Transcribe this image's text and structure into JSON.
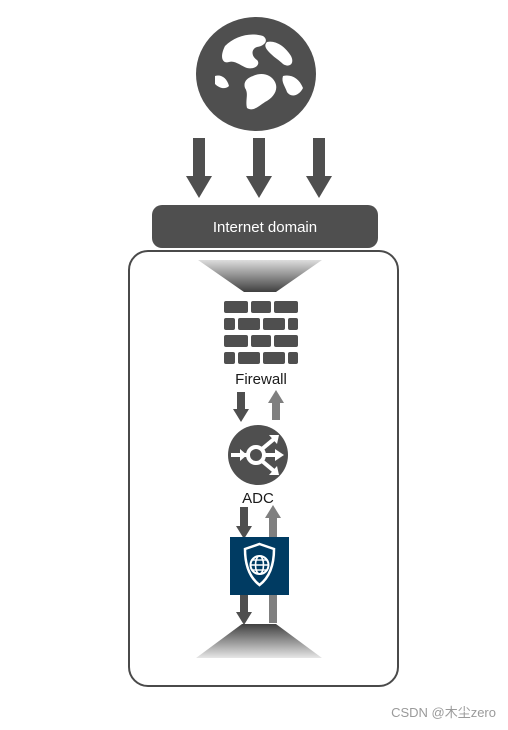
{
  "diagram": {
    "internet": {
      "icon": "globe-icon",
      "arrow_count": 3
    },
    "domain": {
      "label": "Internet domain"
    },
    "nodes": [
      {
        "id": "firewall",
        "label": "Firewall",
        "icon": "brick-wall-icon"
      },
      {
        "id": "adc",
        "label": "ADC",
        "icon": "load-balancer-icon"
      },
      {
        "id": "waf",
        "label": "",
        "icon": "shield-globe-icon"
      }
    ],
    "colors": {
      "dark": "#4f4f4f",
      "arrow_up": "#7f7f7f",
      "waf_bg": "#003b62"
    }
  },
  "watermark": {
    "text": "CSDN @木尘zero"
  }
}
